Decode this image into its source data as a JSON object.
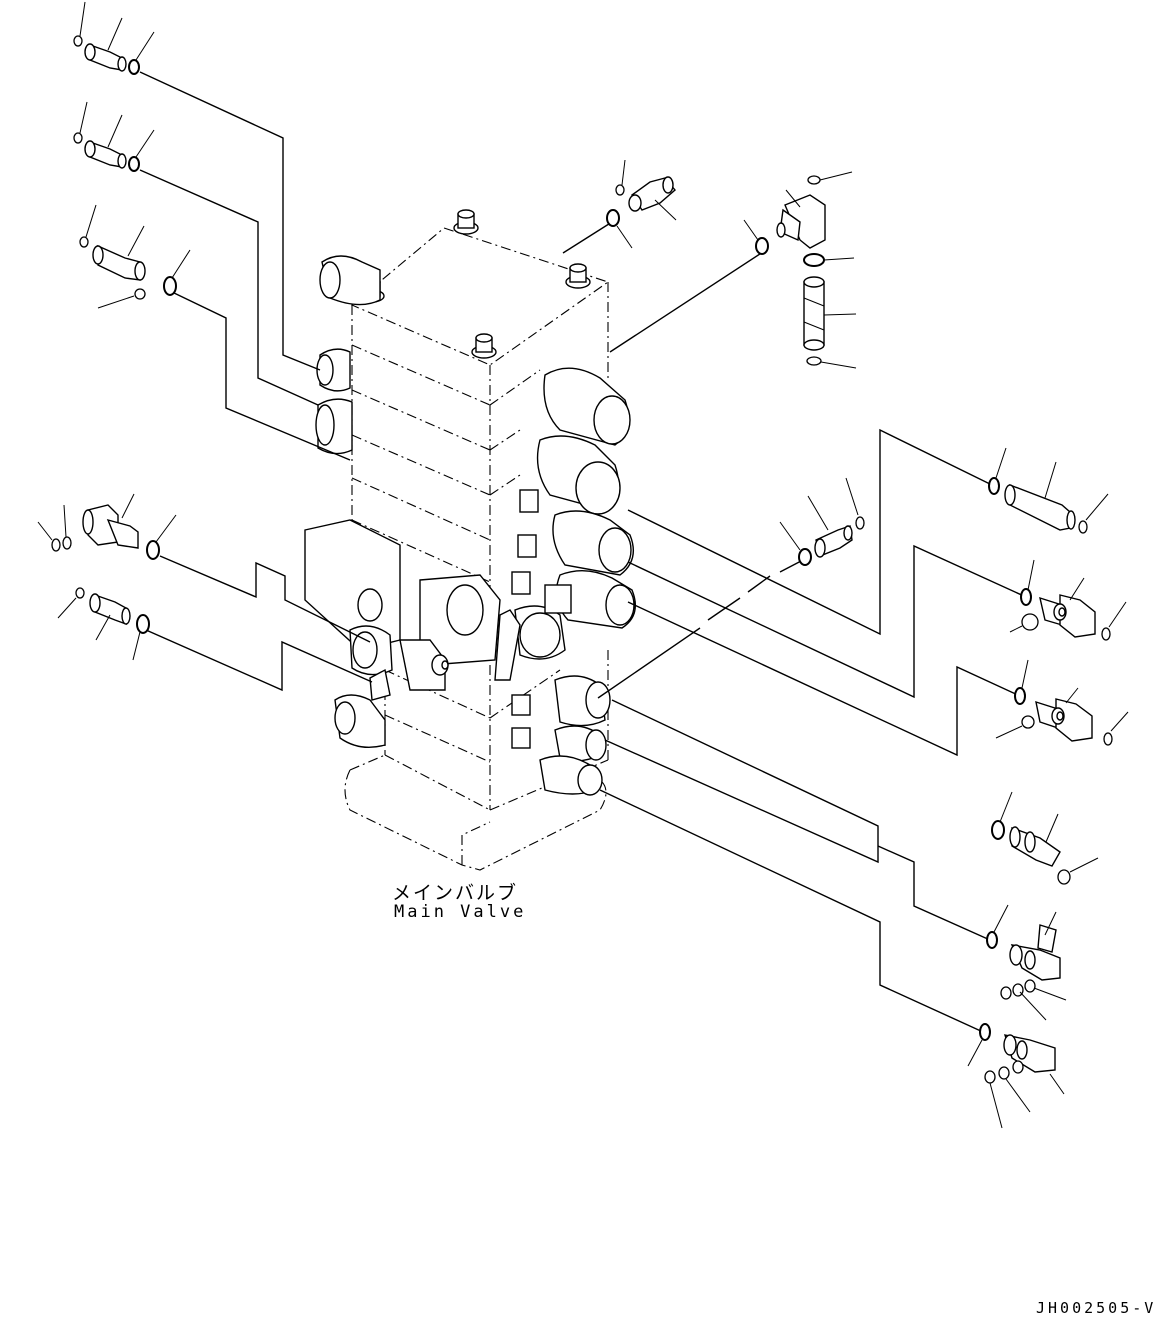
{
  "main_valve": {
    "label_jp": "メインバルブ",
    "label_en": "Main Valve"
  },
  "drawing_code": "JH002505-V",
  "fitting_groups": [
    {
      "name": "left-fitting-1"
    },
    {
      "name": "left-fitting-2"
    },
    {
      "name": "left-fitting-3"
    },
    {
      "name": "left-fitting-4"
    },
    {
      "name": "left-fitting-5"
    },
    {
      "name": "top-fitting-1"
    },
    {
      "name": "top-fitting-2"
    },
    {
      "name": "right-fitting-1"
    },
    {
      "name": "right-fitting-2"
    },
    {
      "name": "right-fitting-3"
    },
    {
      "name": "right-fitting-4"
    },
    {
      "name": "right-fitting-5"
    },
    {
      "name": "right-fitting-6"
    },
    {
      "name": "right-fitting-7"
    },
    {
      "name": "mid-fitting-1"
    }
  ]
}
